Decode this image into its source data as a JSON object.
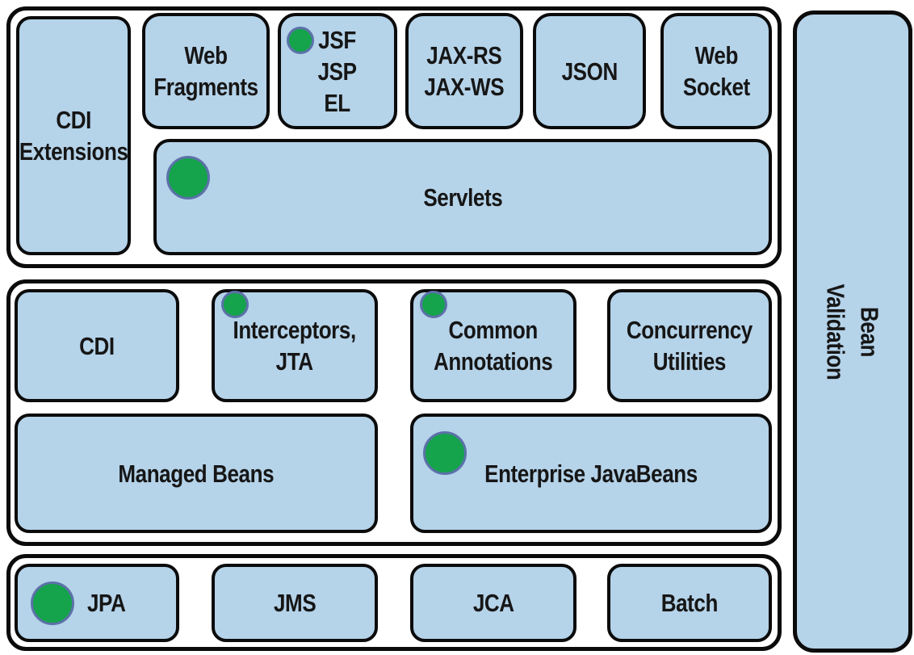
{
  "colors": {
    "box_fill": "#b5d3e9",
    "line": "#0b0b0b",
    "dot_fill": "#15a34c",
    "dot_border": "#5c71a9",
    "text": "#161616",
    "container_fill": "#ffffff"
  },
  "groups": {
    "top": {
      "tall": {
        "label": "CDI Extensions",
        "lines": [
          "CDI",
          "Extensions"
        ],
        "dot": null
      },
      "row1": [
        {
          "label": "Web Fragments",
          "lines": [
            "Web",
            "Fragments"
          ],
          "dot": null
        },
        {
          "label": "JSF JSP EL",
          "lines": [
            "JSF",
            "JSP",
            "EL"
          ],
          "dot": "small"
        },
        {
          "label": "JAX-RS JAX-WS",
          "lines": [
            "JAX-RS",
            "JAX-WS"
          ],
          "dot": null
        },
        {
          "label": "JSON",
          "lines": [
            "JSON"
          ],
          "dot": null
        },
        {
          "label": "Web Socket",
          "lines": [
            "Web",
            "Socket"
          ],
          "dot": null
        }
      ],
      "wide": {
        "label": "Servlets",
        "lines": [
          "Servlets"
        ],
        "dot": "large"
      }
    },
    "middle": {
      "row1": [
        {
          "label": "CDI",
          "lines": [
            "CDI"
          ],
          "dot": null
        },
        {
          "label": "Interceptors, JTA",
          "lines": [
            "Interceptors,",
            "JTA"
          ],
          "dot": "small"
        },
        {
          "label": "Common Annotations",
          "lines": [
            "Common",
            "Annotations"
          ],
          "dot": "small"
        },
        {
          "label": "Concurrency Utilities",
          "lines": [
            "Concurrency",
            "Utilities"
          ],
          "dot": null
        }
      ],
      "row2": [
        {
          "label": "Managed Beans",
          "lines": [
            "Managed Beans"
          ],
          "dot": null
        },
        {
          "label": "Enterprise JavaBeans",
          "lines": [
            "Enterprise JavaBeans"
          ],
          "dot": "large"
        }
      ]
    },
    "bottom": {
      "row1": [
        {
          "label": "JPA",
          "lines": [
            "JPA"
          ],
          "dot": "large"
        },
        {
          "label": "JMS",
          "lines": [
            "JMS"
          ],
          "dot": null
        },
        {
          "label": "JCA",
          "lines": [
            "JCA"
          ],
          "dot": null
        },
        {
          "label": "Batch",
          "lines": [
            "Batch"
          ],
          "dot": null
        }
      ]
    },
    "right": {
      "label": "Bean Validation",
      "lines": [
        "Bean",
        "Validation"
      ],
      "dot": null
    }
  }
}
